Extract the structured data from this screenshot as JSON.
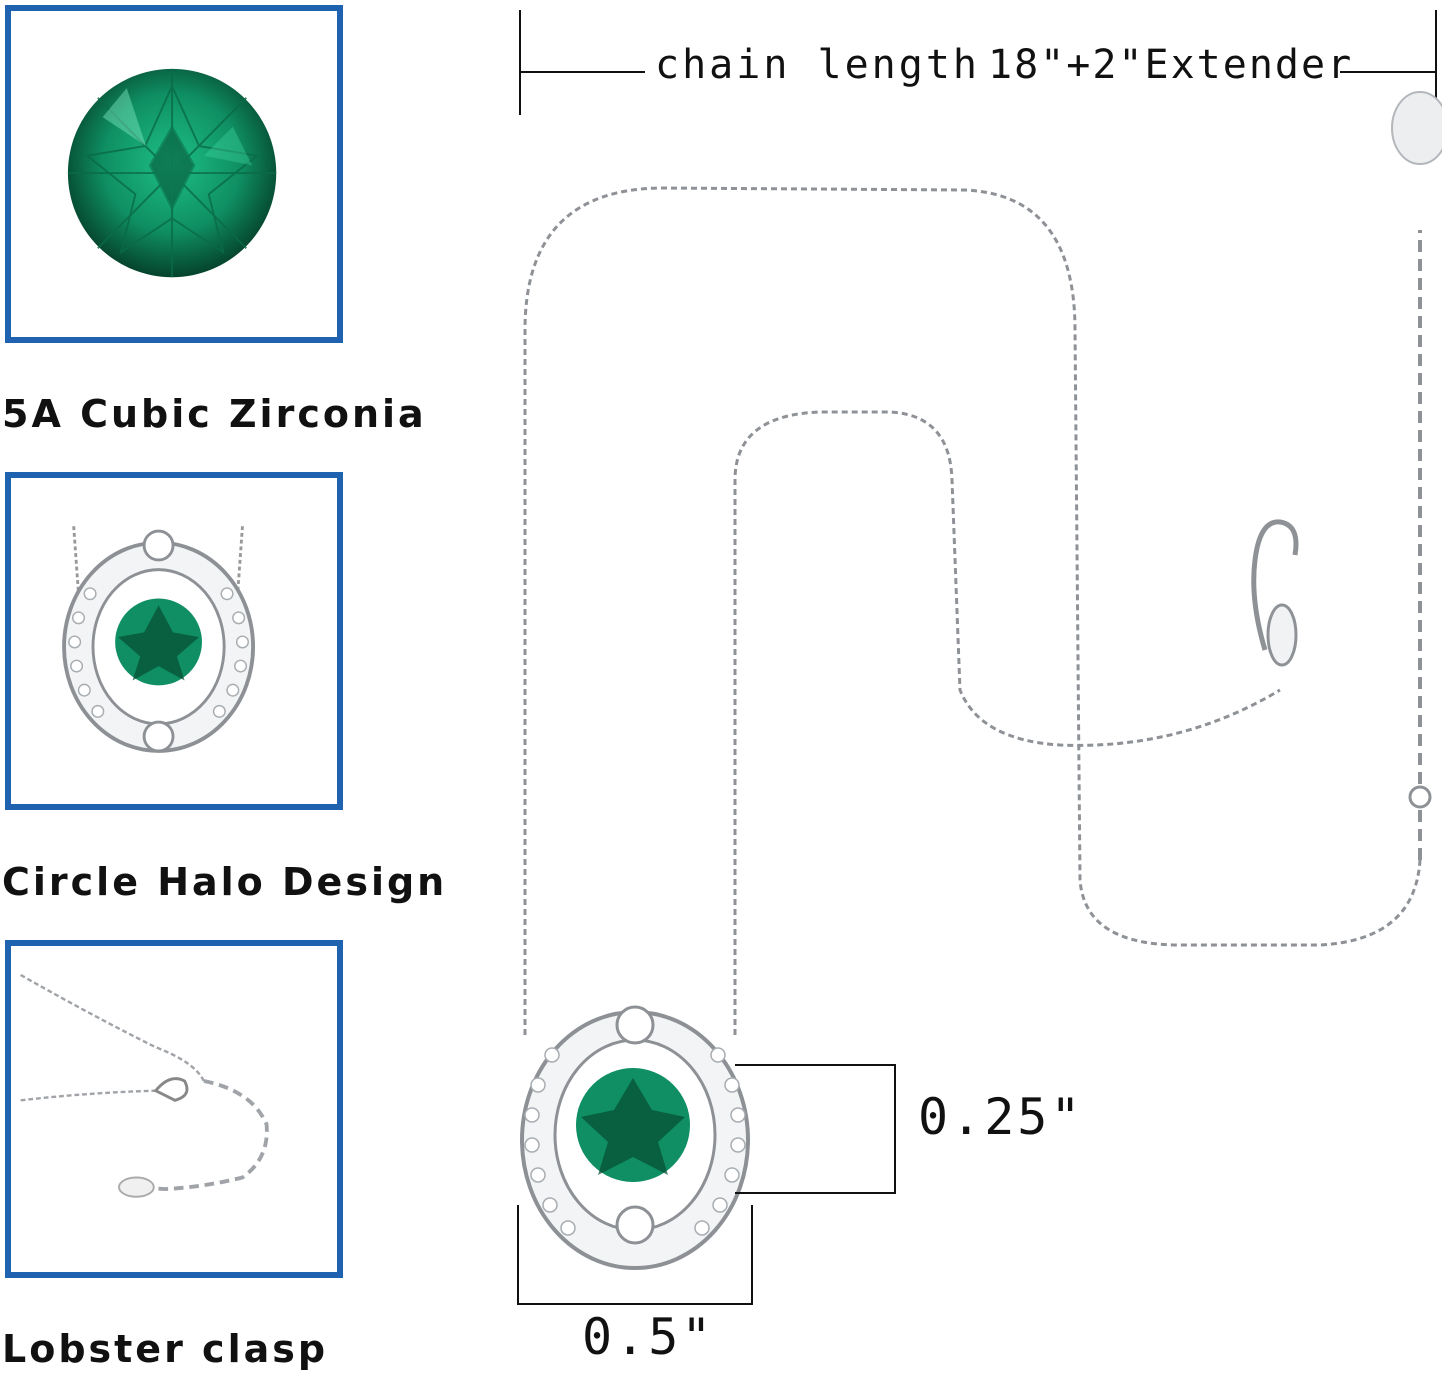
{
  "features": [
    {
      "caption": "5A Cubic Zirconia",
      "icon": "green-gemstone-icon"
    },
    {
      "caption": "Circle Halo Design",
      "icon": "halo-pendant-icon"
    },
    {
      "caption": "Lobster clasp",
      "icon": "lobster-clasp-icon"
    }
  ],
  "dimensions": {
    "chain_label": "chain length",
    "chain_value": "18\"+2\"Extender",
    "pendant_height": "0.25\"",
    "pendant_width": "0.5\""
  },
  "colors": {
    "panel_border": "#1f62b0",
    "gem_green": "#0f8f63",
    "gem_dark": "#064b33",
    "silver": "#9a9ea3"
  }
}
